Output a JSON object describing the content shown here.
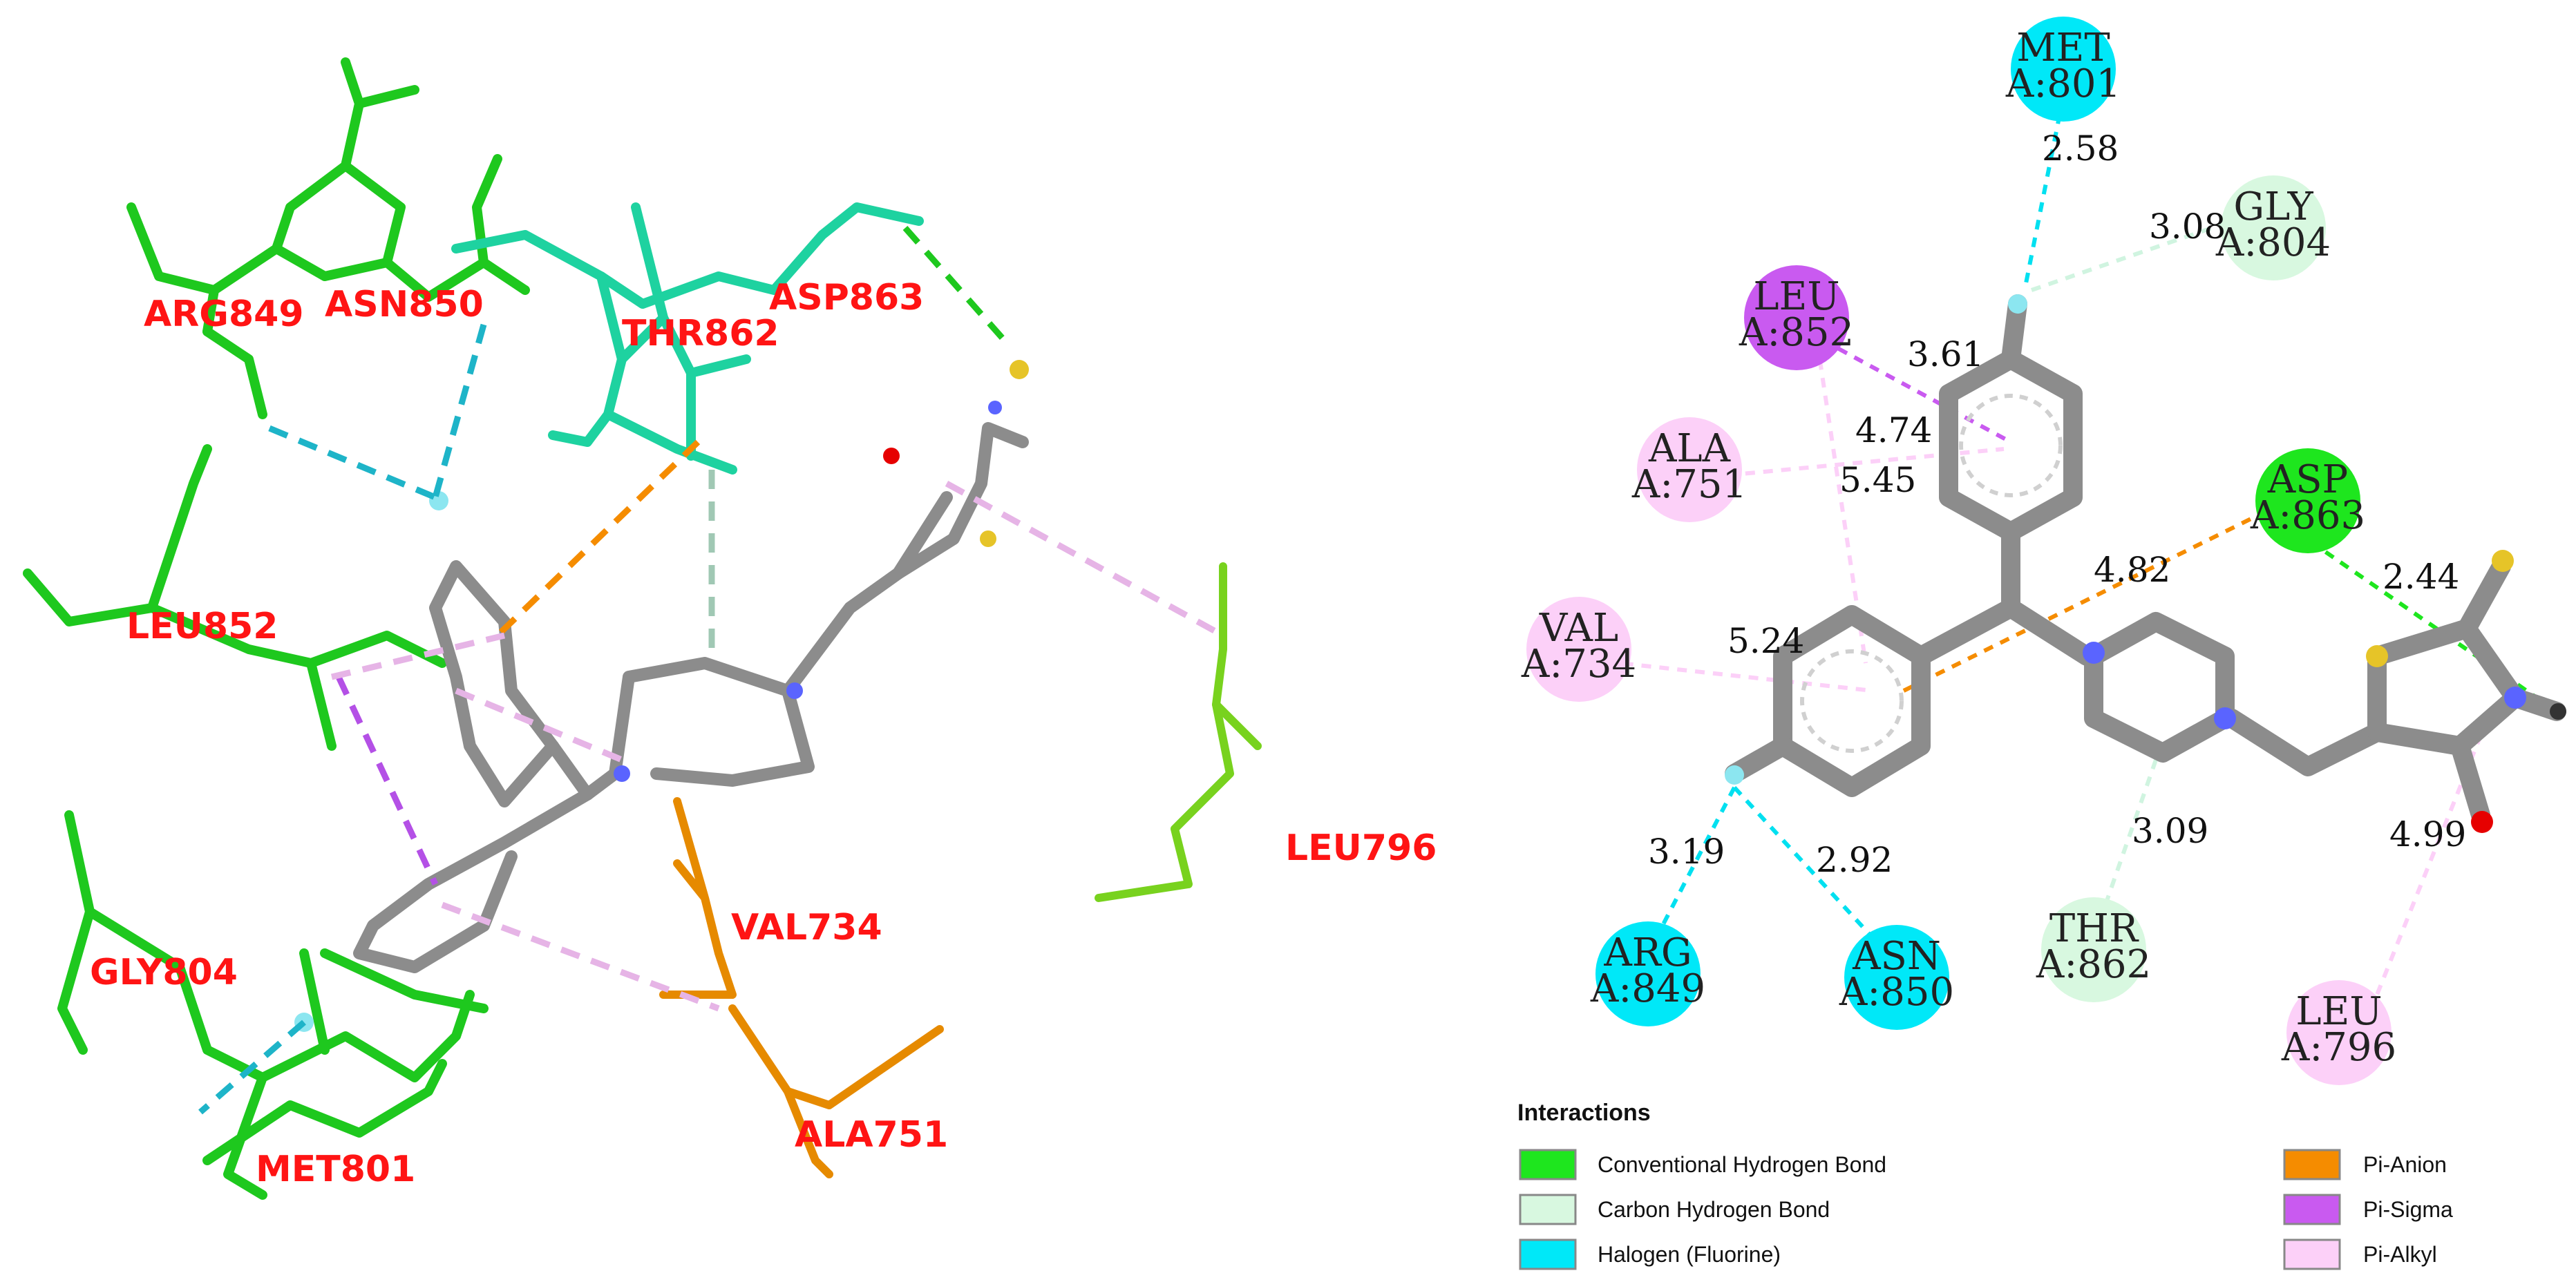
{
  "left_panel": {
    "residue_labels": [
      {
        "id": "arg849",
        "text": "ARG849"
      },
      {
        "id": "asn850",
        "text": "ASN850"
      },
      {
        "id": "thr862",
        "text": "THR862"
      },
      {
        "id": "asp863",
        "text": "ASP863"
      },
      {
        "id": "leu852",
        "text": "LEU852"
      },
      {
        "id": "leu796",
        "text": "LEU796"
      },
      {
        "id": "val734",
        "text": "VAL734"
      },
      {
        "id": "gly804",
        "text": "GLY804"
      },
      {
        "id": "met801",
        "text": "MET801"
      },
      {
        "id": "ala751",
        "text": "ALA751"
      }
    ]
  },
  "right_panel": {
    "residues": [
      {
        "id": "met801",
        "line1": "MET",
        "line2": "A:801",
        "type": "halogen"
      },
      {
        "id": "gly804",
        "line1": "GLY",
        "line2": "A:804",
        "type": "carbon_hbond"
      },
      {
        "id": "leu852",
        "line1": "LEU",
        "line2": "A:852",
        "type": "pi_sigma"
      },
      {
        "id": "ala751",
        "line1": "ALA",
        "line2": "A:751",
        "type": "pi_alkyl"
      },
      {
        "id": "asp863",
        "line1": "ASP",
        "line2": "A:863",
        "type": "conventional_hbond"
      },
      {
        "id": "val734",
        "line1": "VAL",
        "line2": "A:734",
        "type": "pi_alkyl"
      },
      {
        "id": "arg849",
        "line1": "ARG",
        "line2": "A:849",
        "type": "halogen"
      },
      {
        "id": "asn850",
        "line1": "ASN",
        "line2": "A:850",
        "type": "halogen"
      },
      {
        "id": "thr862",
        "line1": "THR",
        "line2": "A:862",
        "type": "carbon_hbond"
      },
      {
        "id": "leu796",
        "line1": "LEU",
        "line2": "A:796",
        "type": "pi_alkyl"
      }
    ],
    "distances": [
      {
        "id": "d_met801",
        "value": "2.58"
      },
      {
        "id": "d_gly804",
        "value": "3.08"
      },
      {
        "id": "d_leu852",
        "value": "3.61"
      },
      {
        "id": "d_ala751_a",
        "value": "4.74"
      },
      {
        "id": "d_ala751_b",
        "value": "5.45"
      },
      {
        "id": "d_asp863_pi",
        "value": "4.82"
      },
      {
        "id": "d_asp863_hb",
        "value": "2.44"
      },
      {
        "id": "d_val734",
        "value": "5.24"
      },
      {
        "id": "d_arg849",
        "value": "3.19"
      },
      {
        "id": "d_asn850",
        "value": "2.92"
      },
      {
        "id": "d_thr862",
        "value": "3.09"
      },
      {
        "id": "d_leu796",
        "value": "4.99"
      }
    ]
  },
  "legend": {
    "title": "Interactions",
    "items": [
      {
        "id": "conventional_hbond",
        "label": "Conventional Hydrogen Bond",
        "color": "#1ee61e"
      },
      {
        "id": "carbon_hbond",
        "label": "Carbon Hydrogen Bond",
        "color": "#d8f8e0"
      },
      {
        "id": "halogen",
        "label": "Halogen (Fluorine)",
        "color": "#00e8f8"
      },
      {
        "id": "pi_anion",
        "label": "Pi-Anion",
        "color": "#f58c00"
      },
      {
        "id": "pi_sigma",
        "label": "Pi-Sigma",
        "color": "#c95af0"
      },
      {
        "id": "pi_alkyl",
        "label": "Pi-Alkyl",
        "color": "#fcd0f8"
      }
    ]
  },
  "colors": {
    "residue_green": "#1ec81e",
    "residue_teal": "#1ed2a0",
    "residue_orange": "#e68a00",
    "ligand_grey": "#8c8c8c",
    "nitrogen": "#5a64ff",
    "oxygen": "#e60000",
    "sulfur": "#e6c428",
    "fluorine": "#8ce6f0",
    "label_red": "#ff1414"
  }
}
